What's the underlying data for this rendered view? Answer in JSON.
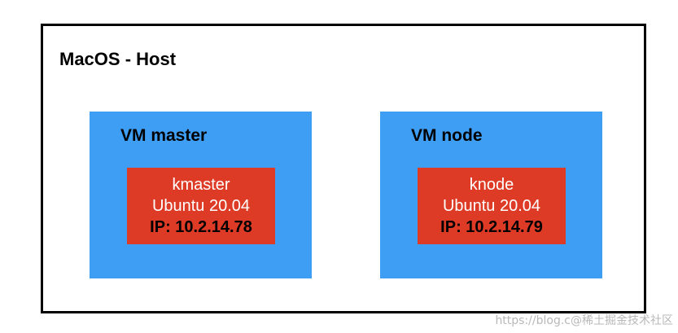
{
  "host": {
    "title": "MacOS - Host"
  },
  "vms": {
    "master": {
      "title": "VM master",
      "hostname": "kmaster",
      "os": "Ubuntu 20.04",
      "ip": "IP: 10.2.14.78"
    },
    "node": {
      "title": "VM node",
      "hostname": "knode",
      "os": "Ubuntu 20.04",
      "ip": "IP: 10.2.14.79"
    }
  },
  "watermark": "https://blog.c@稀土掘金技术社区",
  "colors": {
    "vm_background": "#3e9ef3",
    "os_background": "#de3b26",
    "host_border": "#000000"
  }
}
